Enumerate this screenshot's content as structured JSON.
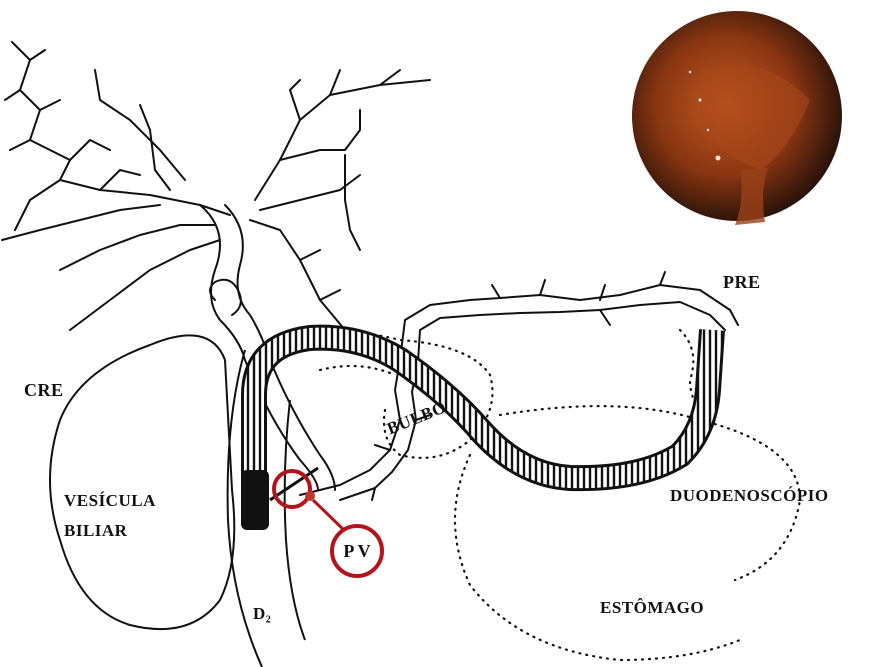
{
  "labels": {
    "cre": "CRE",
    "pre": "PRE",
    "vesicula": [
      "VESÍCULA",
      "BILIAR"
    ],
    "bulbo": "BULBO",
    "duodenoscopio": "DUODENOSCÓPIO",
    "estomago": "ESTÔMAGO",
    "d2": "D₂",
    "pv": "P V"
  },
  "colors": {
    "ink": "#111111",
    "marker": "#b5121b",
    "endoscopy_dark": "#1a0d08",
    "endoscopy_light": "#b4541f"
  }
}
